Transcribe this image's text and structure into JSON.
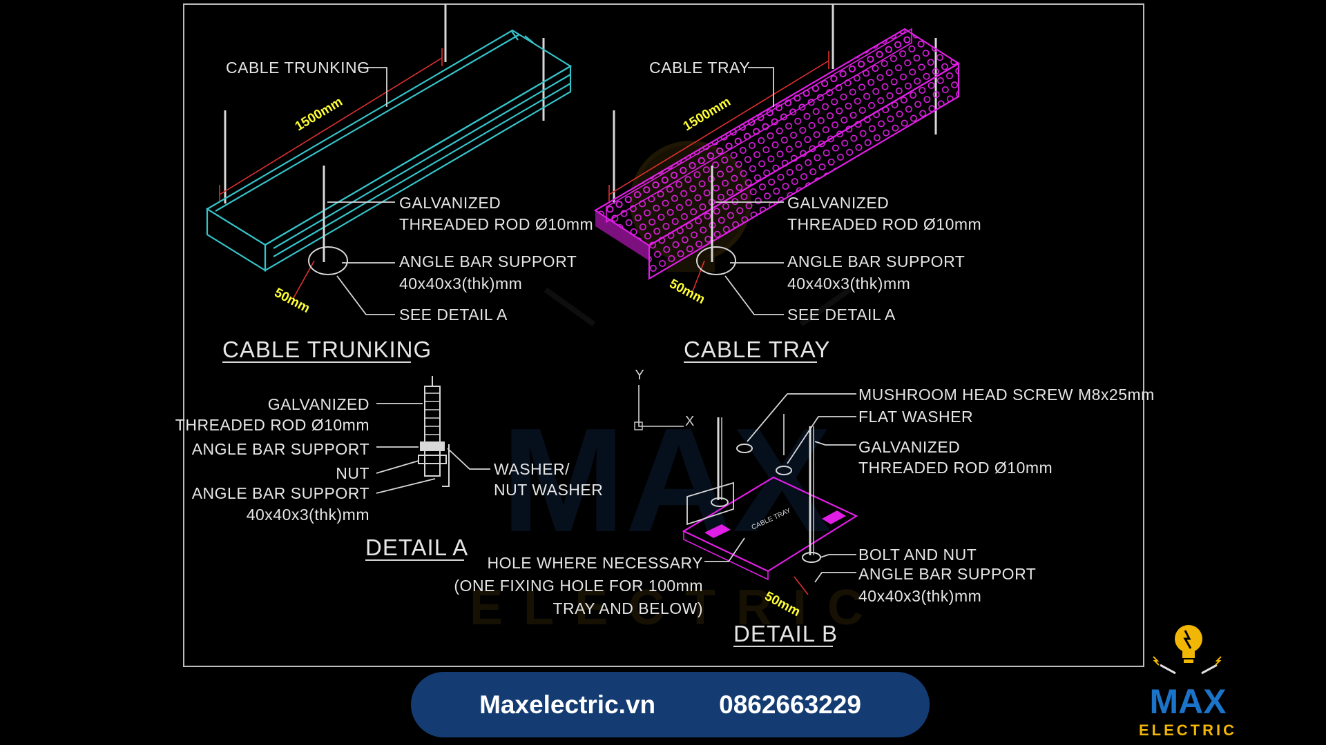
{
  "cable_trunking": {
    "label": "CABLE TRUNKING",
    "title": "CABLE TRUNKING",
    "rod_line1": "GALVANIZED",
    "rod_line2": "THREADED ROD Ø10mm",
    "support_line1": "ANGLE BAR SUPPORT",
    "support_line2": "40x40x3(thk)mm",
    "see_detail": "SEE DETAIL A",
    "length_dim": "1500mm",
    "end_dim": "50mm"
  },
  "cable_tray": {
    "label": "CABLE TRAY",
    "title": "CABLE TRAY",
    "rod_line1": "GALVANIZED",
    "rod_line2": "THREADED ROD Ø10mm",
    "support_line1": "ANGLE BAR SUPPORT",
    "support_line2": "40x40x3(thk)mm",
    "see_detail": "SEE DETAIL A",
    "length_dim": "1500mm",
    "end_dim": "50mm"
  },
  "detail_a": {
    "title": "DETAIL A",
    "rod_line1": "GALVANIZED",
    "rod_line2": "THREADED ROD Ø10mm",
    "support1": "ANGLE BAR SUPPORT",
    "nut": "NUT",
    "support2_line1": "ANGLE BAR SUPPORT",
    "support2_line2": "40x40x3(thk)mm",
    "washer_line1": "WASHER/",
    "washer_line2": "NUT WASHER"
  },
  "detail_b": {
    "title": "DETAIL B",
    "axis_y": "Y",
    "axis_x": "X",
    "screw": "MUSHROOM HEAD SCREW M8x25mm",
    "flat_washer": "FLAT WASHER",
    "rod_line1": "GALVANIZED",
    "rod_line2": "THREADED ROD Ø10mm",
    "bolt_nut": "BOLT AND NUT",
    "support_line1": "ANGLE BAR SUPPORT",
    "support_line2": "40x40x3(thk)mm",
    "hole_line1": "HOLE WHERE NECESSARY",
    "hole_line2": "(ONE FIXING HOLE FOR 100mm",
    "hole_line3": "TRAY AND BELOW)",
    "end_dim": "50mm"
  },
  "watermark": {
    "line1": "MAX",
    "line2": "ELECTRIC"
  },
  "contact": {
    "website": "Maxelectric.vn",
    "phone": "0862663229"
  },
  "brand": {
    "line1": "MAX",
    "line2": "ELECTRIC"
  },
  "colors": {
    "background": "#000000",
    "trunking": "#35c3c9",
    "tray": "#e11ee6",
    "dimension_line": "#e03030",
    "dimension_text": "#ffff33",
    "annotation": "#e6e6e6",
    "contact_bar": "#143c72",
    "brand_blue": "#1a74c9",
    "brand_gold": "#f2b705"
  }
}
